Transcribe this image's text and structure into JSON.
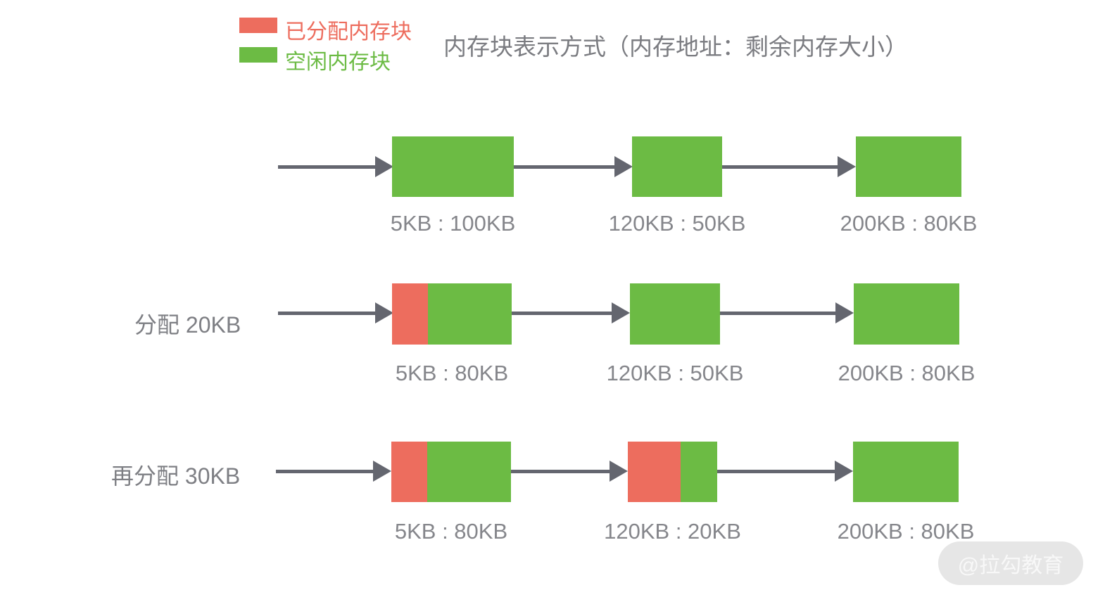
{
  "title": "内存块表示方式（内存地址：剩余内存大小）",
  "legend": {
    "allocated": {
      "label": "已分配内存块",
      "color": "#ED6D5E"
    },
    "free": {
      "label": "空闲内存块",
      "color": "#6CBB44"
    }
  },
  "watermark": "@拉勾教育",
  "colors": {
    "allocated_block": "#ED6D5E",
    "free_block": "#6CBB44",
    "arrow": "#64666F",
    "text": "#85868B"
  },
  "diagram": {
    "rows": [
      {
        "label": "",
        "nodes": [
          {
            "caption": "5KB : 100KB",
            "allocated_pct": 0
          },
          {
            "caption": "120KB : 50KB",
            "allocated_pct": 0
          },
          {
            "caption": "200KB : 80KB",
            "allocated_pct": 0
          }
        ]
      },
      {
        "label": "分配 20KB",
        "nodes": [
          {
            "caption": "5KB : 80KB",
            "allocated_pct": 30
          },
          {
            "caption": "120KB : 50KB",
            "allocated_pct": 0
          },
          {
            "caption": "200KB : 80KB",
            "allocated_pct": 0
          }
        ]
      },
      {
        "label": "再分配 30KB",
        "nodes": [
          {
            "caption": "5KB : 80KB",
            "allocated_pct": 30
          },
          {
            "caption": "120KB : 20KB",
            "allocated_pct": 59
          },
          {
            "caption": "200KB : 80KB",
            "allocated_pct": 0
          }
        ]
      }
    ]
  }
}
